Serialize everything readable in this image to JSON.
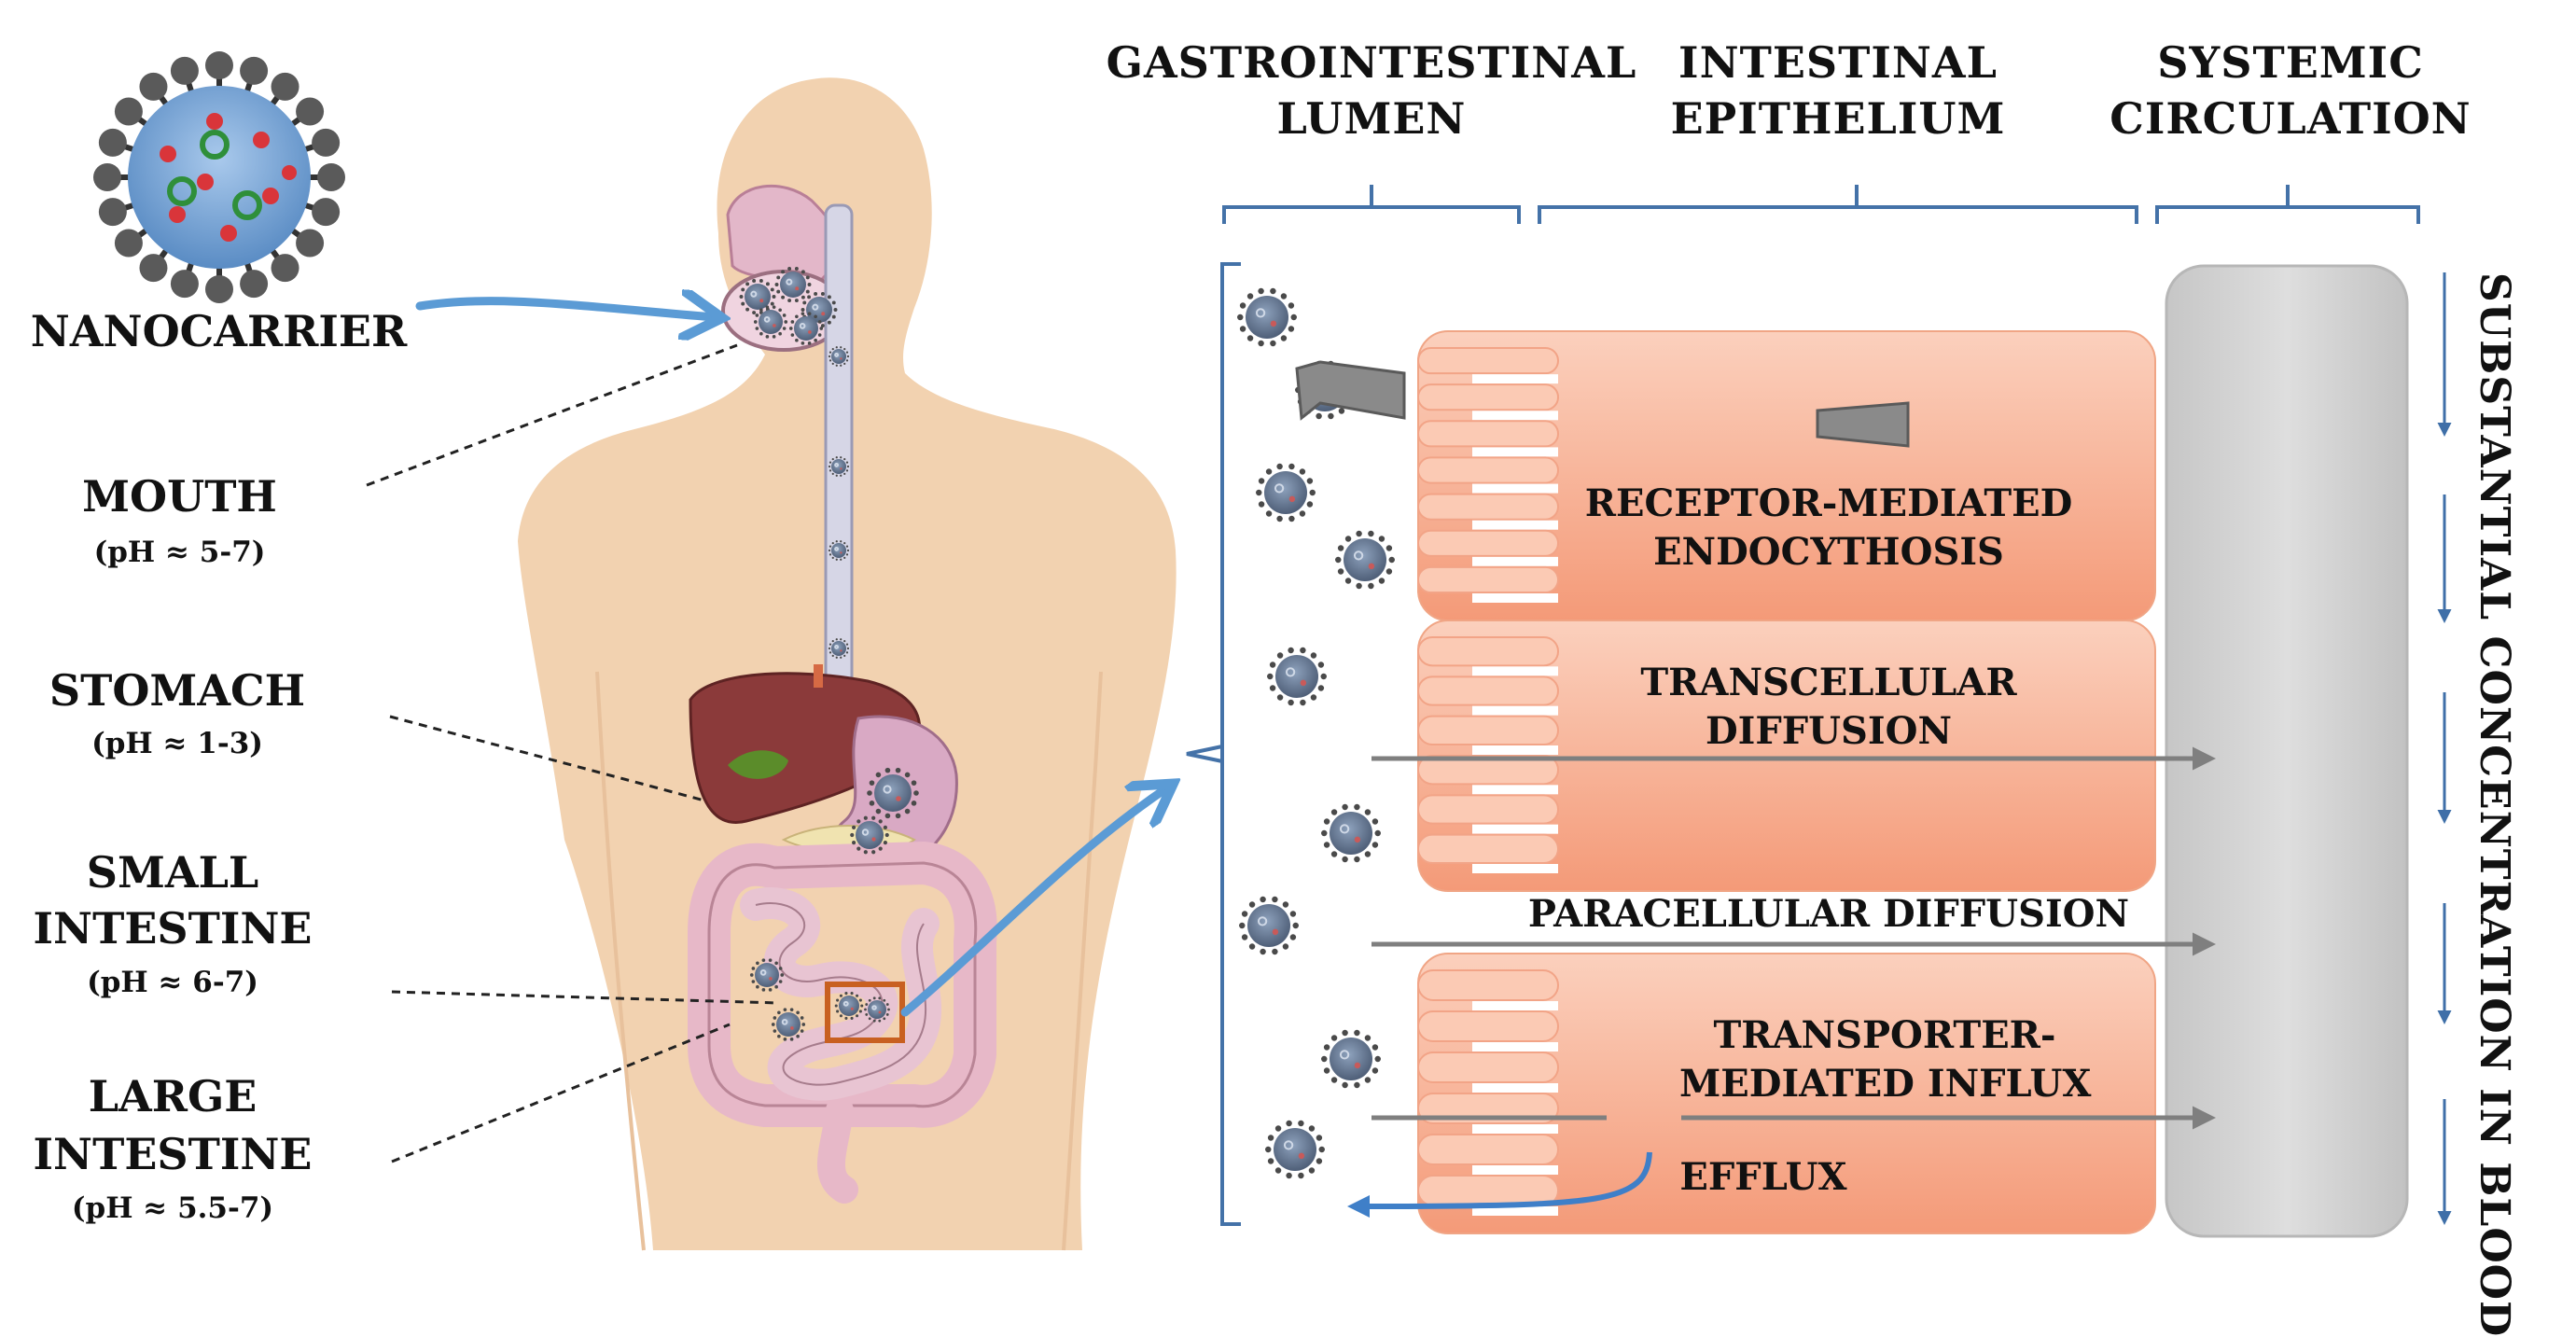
{
  "nanocarrier_label": "NANOCARRIER",
  "regions": [
    {
      "name": "MOUTH",
      "ph": "(pH ≈ 5-7)"
    },
    {
      "name": "STOMACH",
      "ph": "(pH ≈ 1-3)"
    },
    {
      "name_line1": "SMALL",
      "name_line2": "INTESTINE",
      "ph": "(pH ≈ 6-7)"
    },
    {
      "name_line1": "LARGE",
      "name_line2": "INTESTINE",
      "ph": "(pH ≈ 5.5-7)"
    }
  ],
  "headers": {
    "lumen": [
      "GASTROINTESTINAL",
      "LUMEN"
    ],
    "epithelium": [
      "INTESTINAL",
      "EPITHELIUM"
    ],
    "circulation": [
      "SYSTEMIC",
      "CIRCULATION"
    ]
  },
  "pathways": {
    "receptor": [
      "RECEPTOR-MEDIATED",
      "ENDOCYTHOSIS"
    ],
    "transcellular": [
      "TRANSCELLULAR",
      "DIFFUSION"
    ],
    "paracellular": "PARACELLULAR DIFFUSION",
    "transporter": [
      "TRANSPORTER-",
      "MEDIATED INFLUX"
    ],
    "efflux": "EFFLUX"
  },
  "blood_label": "SUBSTANTIAL CONCENTRATION IN BLOOD",
  "colors": {
    "skin": "#f2d2b0",
    "cell_fill": "#f6a98a",
    "cell_fill_light": "#fbd0bd",
    "blood_vessel": "#d3d3d3",
    "arrow_blue": "#5b9bd5",
    "arrow_gray": "#7f7f7f",
    "bracket_blue": "#4472a8",
    "nanoparticle": "#6a7a90"
  },
  "icons": [
    "nanocarrier-icon",
    "human-body-icon",
    "nanoparticle-icon",
    "receptor-icon",
    "blood-vessel-icon",
    "flow-arrow-icon"
  ]
}
